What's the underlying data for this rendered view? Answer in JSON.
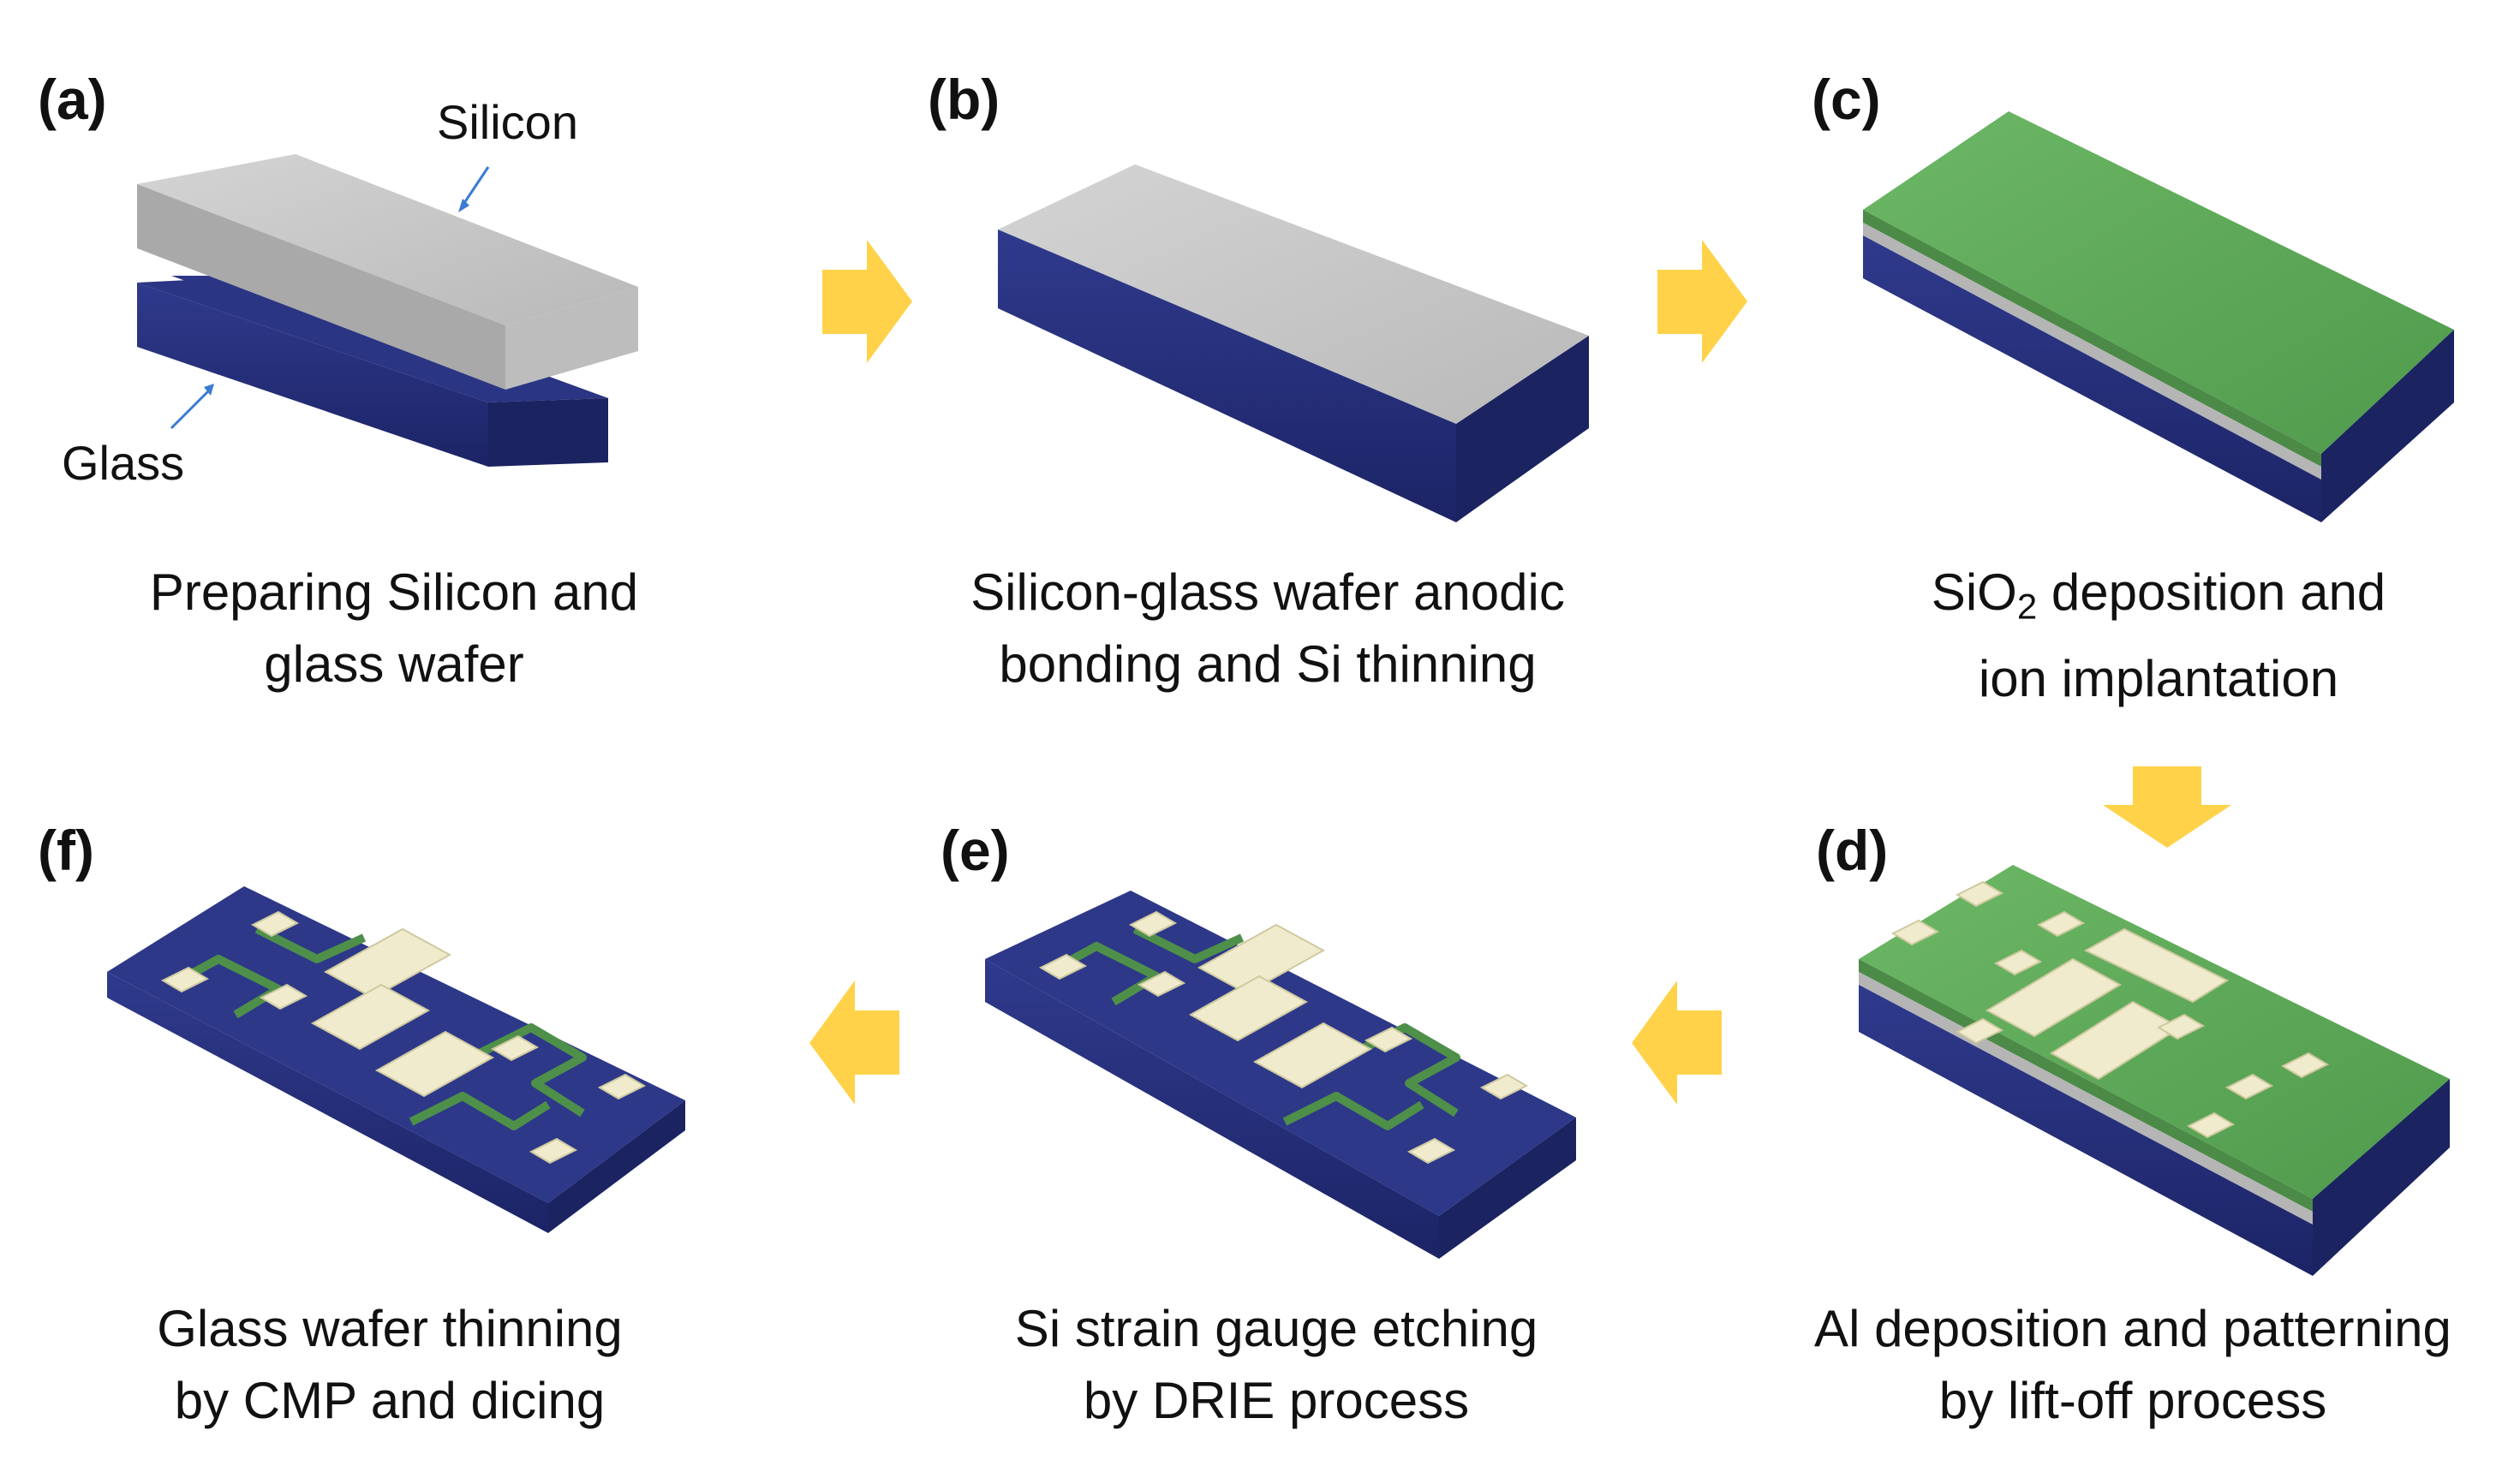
{
  "colors": {
    "glass": "#26307a",
    "glass_dark": "#1b2360",
    "silicon_top": "#c4c4c4",
    "silicon_front": "#a8a8a8",
    "oxide_top": "#5fa55a",
    "oxide_front": "#4e8f4a",
    "aluminum": "#efebcc",
    "arrow": "#ffd24a",
    "pointer": "#3a7bd5"
  },
  "panels": [
    {
      "id": "a",
      "label": "(a)",
      "caption_line1": "Preparing Silicon and",
      "caption_line2": "glass wafer",
      "material_labels": {
        "silicon": "Silicon",
        "glass": "Glass"
      }
    },
    {
      "id": "b",
      "label": "(b)",
      "caption_line1": "Silicon-glass wafer anodic",
      "caption_line2": "bonding and Si thinning"
    },
    {
      "id": "c",
      "label": "(c)",
      "caption_line1_pre": "SiO",
      "caption_line1_sub": "2",
      "caption_line1_post": " deposition and",
      "caption_line2": "ion implantation"
    },
    {
      "id": "d",
      "label": "(d)",
      "caption_line1": "Al deposition and patterning",
      "caption_line2": "by lift-off process"
    },
    {
      "id": "e",
      "label": "(e)",
      "caption_line1": "Si strain gauge etching",
      "caption_line2": "by DRIE process"
    },
    {
      "id": "f",
      "label": "(f)",
      "caption_line1": "Glass wafer thinning",
      "caption_line2": "by CMP and dicing"
    }
  ],
  "flow_arrows": [
    "a-to-b",
    "b-to-c",
    "c-to-d",
    "d-to-e",
    "e-to-f"
  ]
}
